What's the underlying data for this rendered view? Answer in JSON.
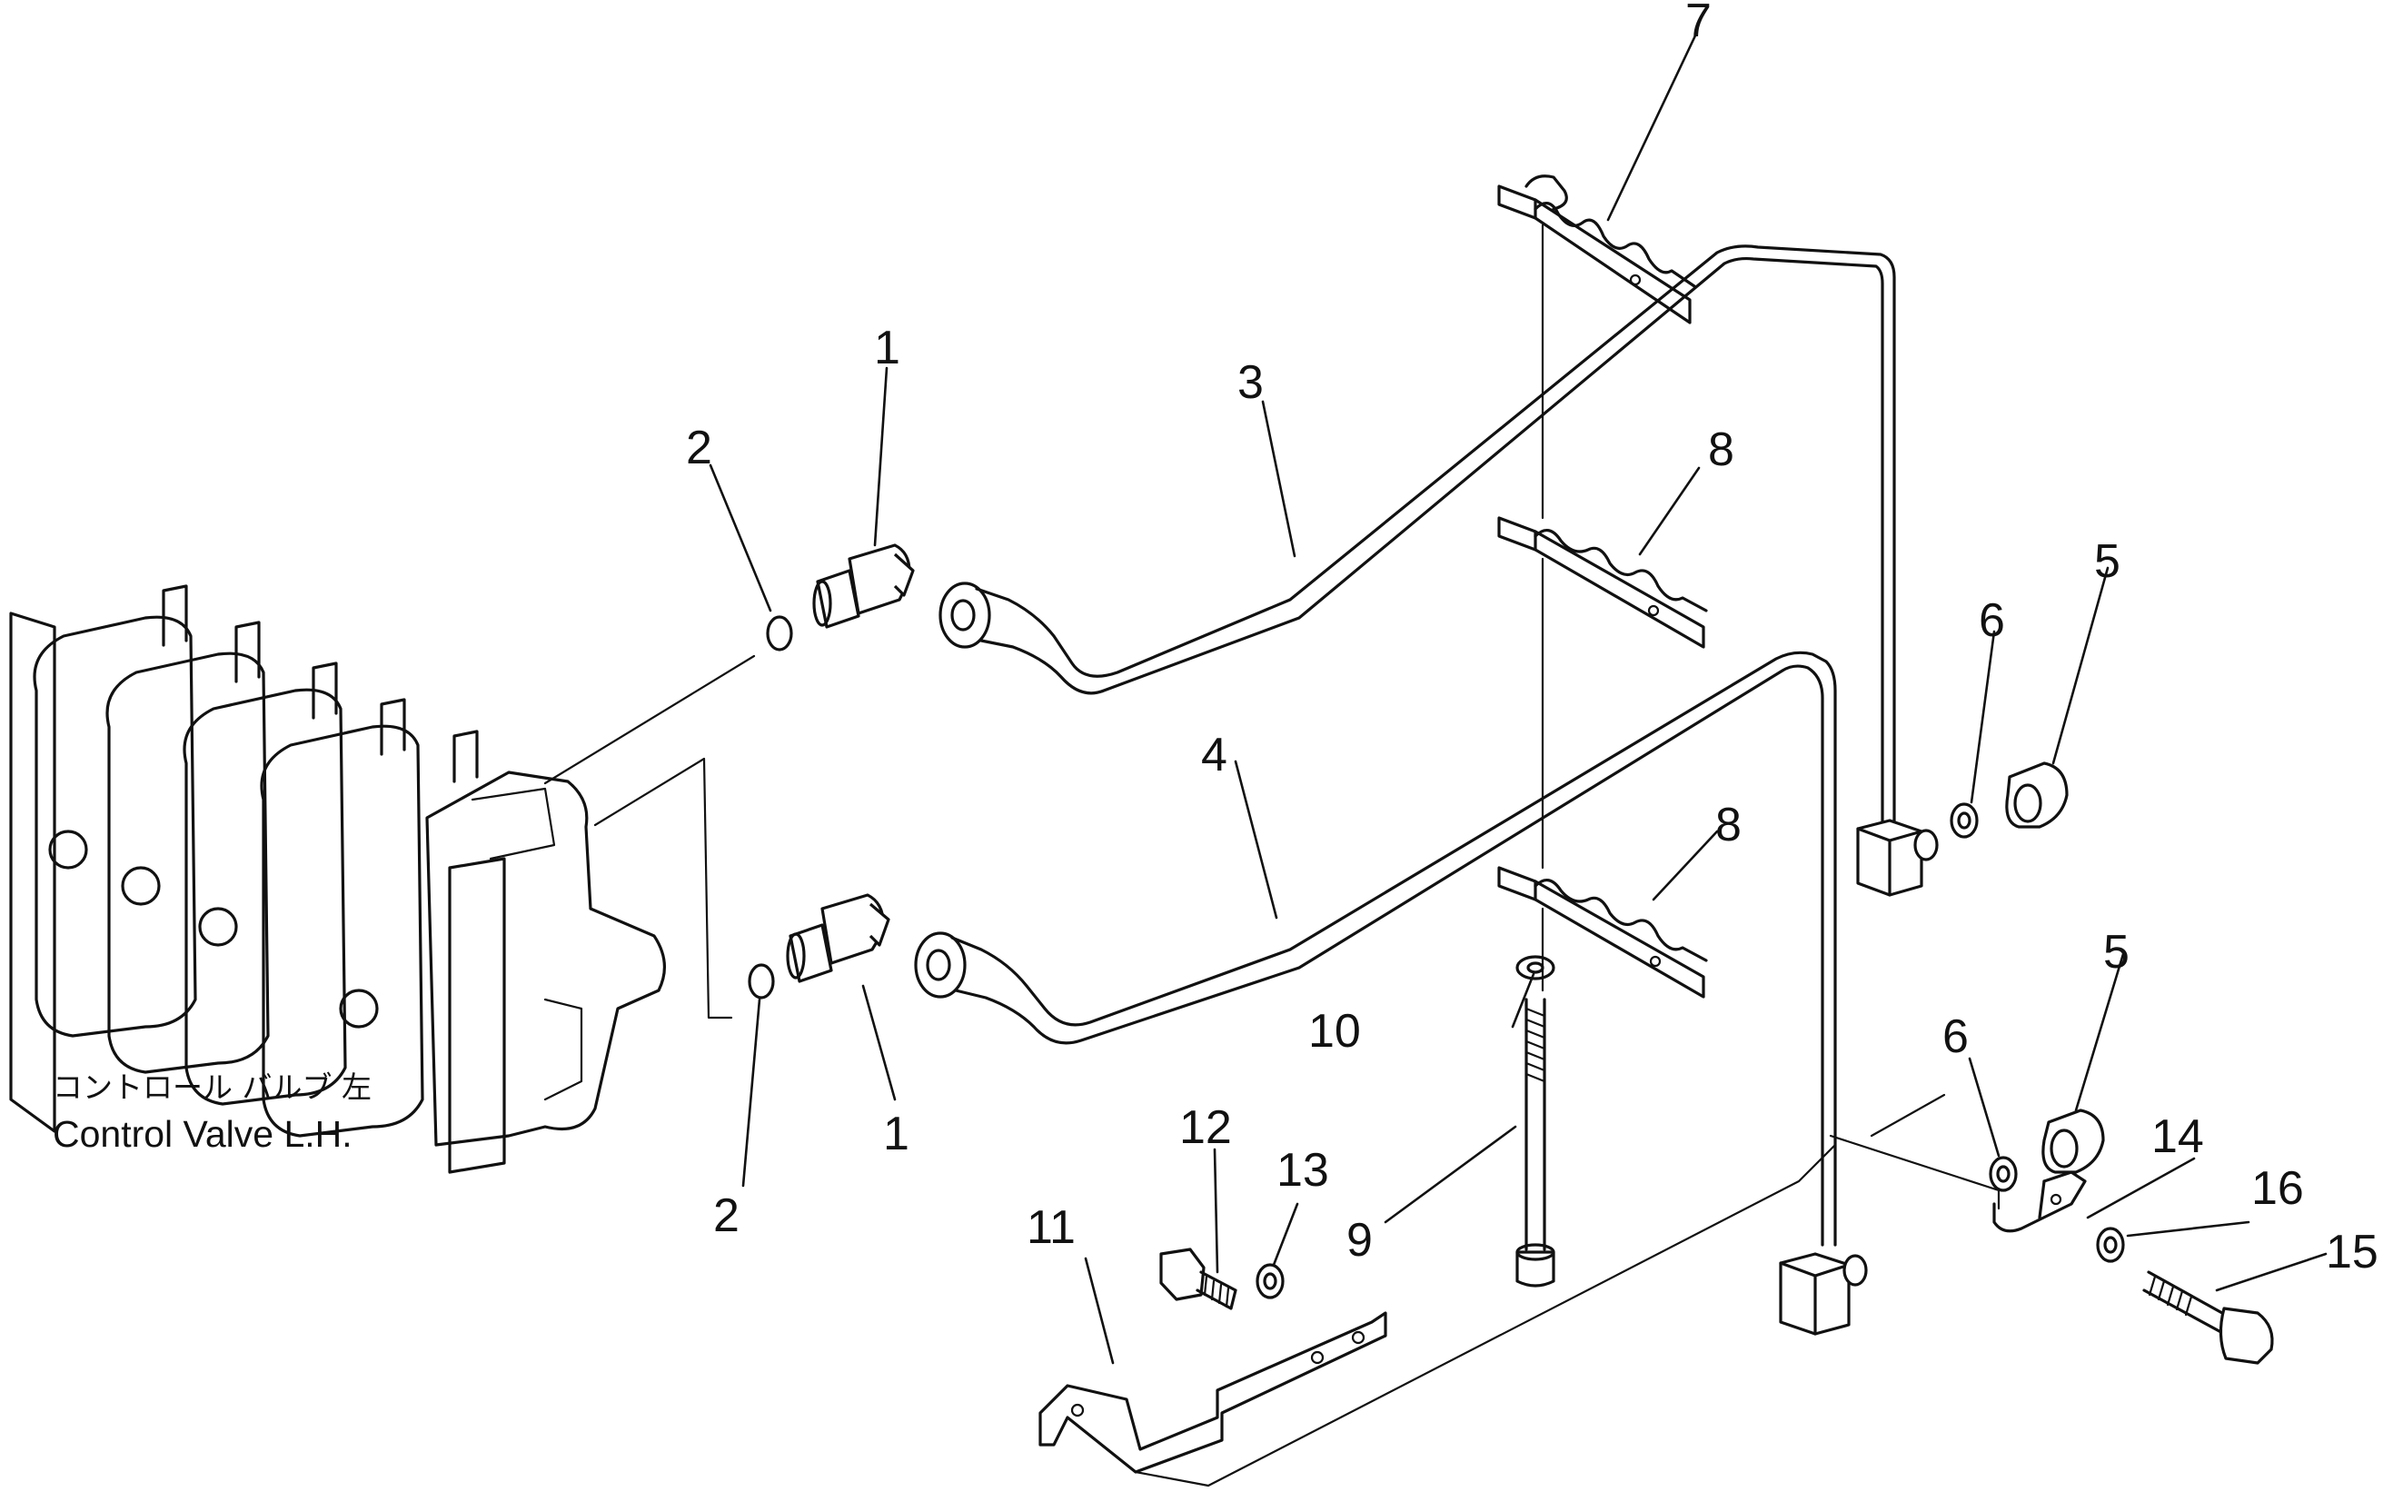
{
  "caption": {
    "japanese": "コントロール バルブ 左",
    "english": "Control Valve L.H."
  },
  "callouts": {
    "c1a": "1",
    "c1b": "1",
    "c2a": "2",
    "c2b": "2",
    "c3": "3",
    "c4": "4",
    "c5a": "5",
    "c5b": "5",
    "c6a": "6",
    "c6b": "6",
    "c7": "7",
    "c8a": "8",
    "c8b": "8",
    "c9": "9",
    "c10": "10",
    "c11": "11",
    "c12": "12",
    "c13": "13",
    "c14": "14",
    "c15": "15",
    "c16": "16"
  }
}
